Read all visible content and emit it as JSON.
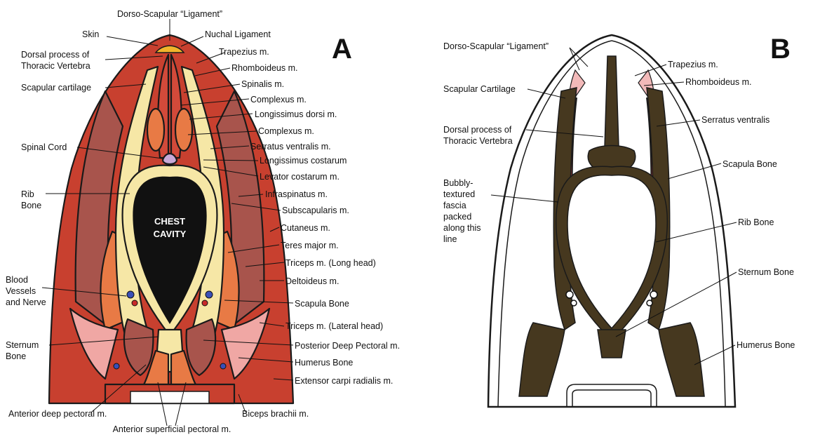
{
  "panel_a": {
    "letter": "A",
    "cavity_line1": "CHEST",
    "cavity_line2": "CAVITY",
    "labels": {
      "dorso_lig": "Dorso-Scapular “Ligament”",
      "skin": "Skin",
      "nuchal": "Nuchal Ligament",
      "dorsal_proc_1": "Dorsal process of",
      "dorsal_proc_2": "Thoracic Vertebra",
      "trapezius": "Trapezius m.",
      "rhomboideus": "Rhomboideus m.",
      "scap_cart": "Scapular cartilage",
      "spinalis": "Spinalis m.",
      "complexus1": "Complexus m.",
      "long_dorsi": "Longissimus dorsi m.",
      "complexus2": "Complexus m.",
      "spinal_cord": "Spinal Cord",
      "serratus": "Serratus ventralis m.",
      "long_cost": "Longissimus costarum",
      "levator": "Levator costarum m.",
      "rib_1": "Rib",
      "rib_2": "Bone",
      "infraspinatus": "Infraspinatus m.",
      "subscapularis": "Subscapularis m.",
      "cutaneus": "Cutaneus m.",
      "teres": "Teres major m.",
      "triceps_long": "Triceps m. (Long head)",
      "blood_1": "Blood",
      "blood_2": "Vessels",
      "blood_3": "and Nerve",
      "deltoideus": "Deltoideus m.",
      "scapula": "Scapula Bone",
      "triceps_lat": "Triceps m. (Lateral head)",
      "sternum_1": "Sternum",
      "sternum_2": "Bone",
      "post_pect": "Posterior Deep Pectoral m.",
      "humerus": "Humerus Bone",
      "ext_carpi": "Extensor carpi radialis m.",
      "ant_deep": "Anterior deep pectoral m.",
      "biceps": "Biceps brachii m.",
      "ant_sup": "Anterior superficial pectoral m."
    }
  },
  "panel_b": {
    "letter": "B",
    "labels": {
      "dorso_lig": "Dorso-Scapular “Ligament”",
      "trapezius": "Trapezius m.",
      "scap_cart": "Scapular Cartilage",
      "rhomboideus": "Rhomboideus m.",
      "serratus": "Serratus ventralis",
      "dorsal_proc_1": "Dorsal process of",
      "dorsal_proc_2": "Thoracic Vertebra",
      "scapula": "Scapula Bone",
      "bubbly_1": "Bubbly-",
      "bubbly_2": "textured",
      "bubbly_3": "fascia",
      "bubbly_4": "packed",
      "bubbly_5": "along this",
      "bubbly_6": "line",
      "rib": "Rib Bone",
      "sternum": "Sternum Bone",
      "humerus": "Humerus Bone"
    }
  },
  "colors": {
    "dark_red": "#c8402f",
    "mid_red": "#a8544c",
    "orange": "#e87a45",
    "pink": "#f0a7a4",
    "cream": "#f6e7a6",
    "black": "#111111",
    "brown": "#46381f",
    "light_red": "#e04848",
    "light_pink": "#f2b9b9",
    "yellow": "#f1b42b"
  }
}
